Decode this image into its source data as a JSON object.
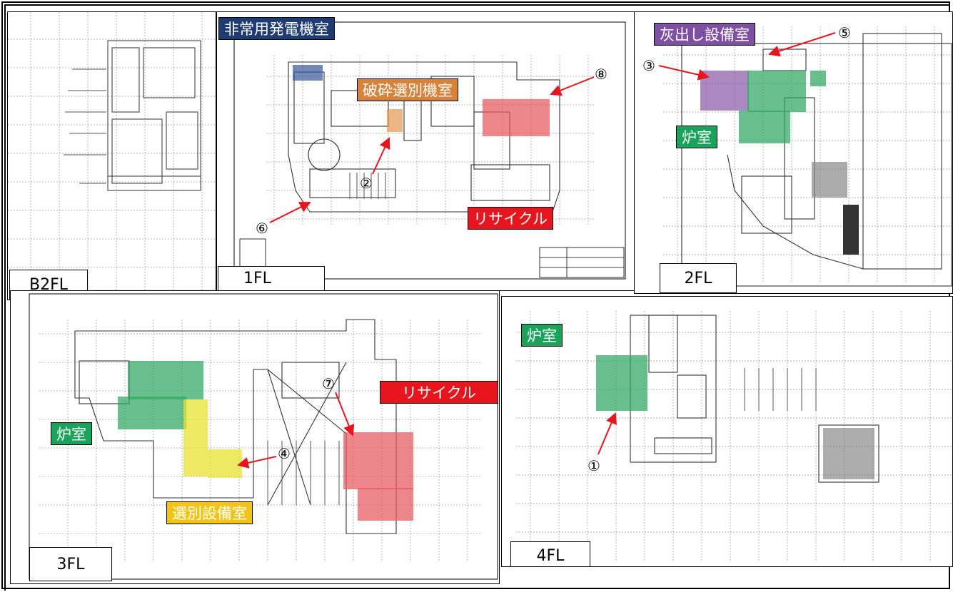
{
  "panels": {
    "b2": {
      "label": "B2FL"
    },
    "f1": {
      "label": "1FL"
    },
    "f2": {
      "label": "2FL"
    },
    "f3": {
      "label": "3FL"
    },
    "f4": {
      "label": "4FL"
    }
  },
  "room_tags": {
    "emergency_generator": {
      "text": "非常用発電機室",
      "color": "#1f3b73"
    },
    "crushing_sorting": {
      "text": "破砕選別機室",
      "color": "#d9823a"
    },
    "recycle_1f": {
      "text": "リサイクル",
      "color": "#e8141e"
    },
    "ash_discharge": {
      "text": "灰出し設備室",
      "color": "#7f4fa3"
    },
    "furnace_2f": {
      "text": "炉室",
      "color": "#1aa35b"
    },
    "furnace_3f": {
      "text": "炉室",
      "color": "#1aa35b"
    },
    "sorting_equipment": {
      "text": "選別設備室",
      "color": "#f2c418"
    },
    "recycle_3f": {
      "text": "リサイクル",
      "color": "#e8141e"
    },
    "furnace_4f": {
      "text": "炉室",
      "color": "#1aa35b"
    }
  },
  "markers": {
    "m1": "①",
    "m2": "②",
    "m3": "③",
    "m4": "④",
    "m5": "⑤",
    "m6": "⑥",
    "m7": "⑦",
    "m8": "⑧"
  },
  "colors": {
    "arrow": "#e8141e",
    "zone_green": "#2fa862",
    "zone_red": "#e8595e",
    "zone_orange": "#e39a55",
    "zone_purple": "#8c5aa8",
    "zone_yellow": "#e9e227",
    "zone_blue": "#3c5a9c"
  }
}
